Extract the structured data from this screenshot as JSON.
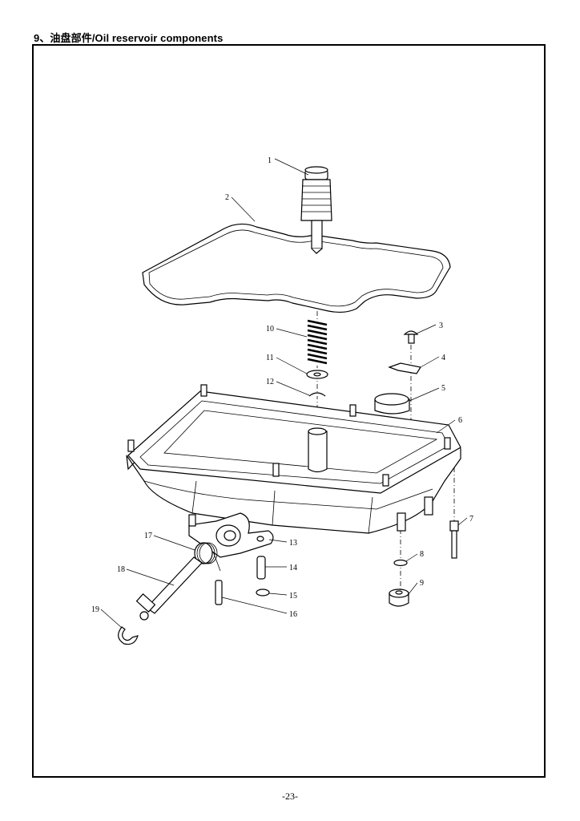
{
  "page": {
    "title": "9、油盘部件/Oil reservoir components",
    "page_number": "-23-"
  },
  "callouts": [
    "1",
    "2",
    "3",
    "4",
    "5",
    "6",
    "7",
    "8",
    "9",
    "10",
    "11",
    "12",
    "13",
    "14",
    "15",
    "16",
    "17",
    "18",
    "19"
  ]
}
